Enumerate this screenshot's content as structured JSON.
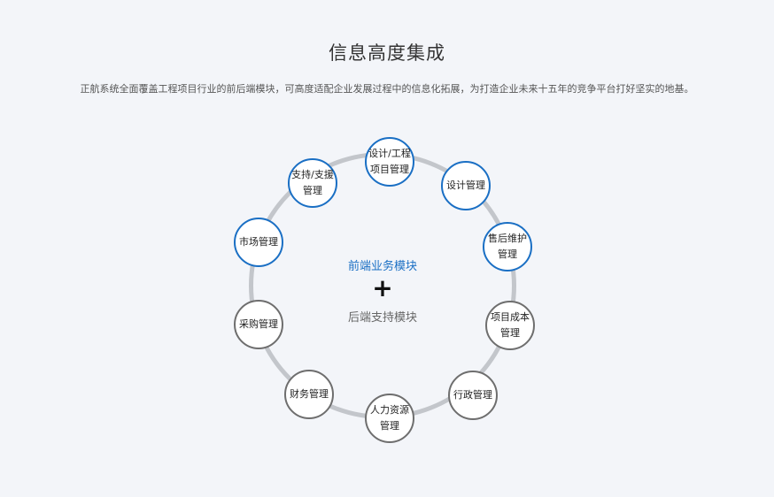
{
  "header": {
    "title": "信息高度集成",
    "description": "正航系统全面覆盖工程项目行业的前后端模块，可高度适配企业发展过程中的信息化拓展，为打造企业未来十五年的竞争平台打好坚实的地基。"
  },
  "center": {
    "front_label": "前端业务模块",
    "plus": "+",
    "back_label": "后端支持模块"
  },
  "colors": {
    "front_border": "#1a6fc4",
    "back_border": "#6e6e6e",
    "ring": "#c3c6cb",
    "background": "#f3f5f9"
  },
  "nodes": [
    {
      "label": "设计/工程项目管理",
      "group": "front"
    },
    {
      "label": "设计管理",
      "group": "front"
    },
    {
      "label": "售后维护管理",
      "group": "front"
    },
    {
      "label": "项目成本管理",
      "group": "back"
    },
    {
      "label": "行政管理",
      "group": "back"
    },
    {
      "label": "人力资源管理",
      "group": "back"
    },
    {
      "label": "财务管理",
      "group": "back"
    },
    {
      "label": "采购管理",
      "group": "back"
    },
    {
      "label": "市场管理",
      "group": "front"
    },
    {
      "label": "支持/支援管理",
      "group": "front"
    }
  ]
}
